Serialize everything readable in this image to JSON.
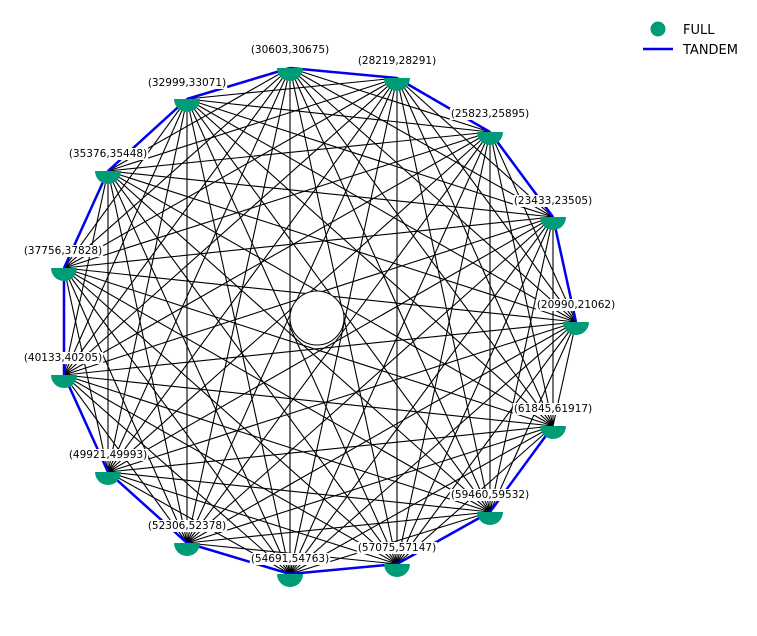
{
  "colors": {
    "node": "#009b77",
    "tandem_edge": "#0000ee",
    "edge": "#000000",
    "background": "#ffffff"
  },
  "legend": {
    "node_label": "FULL",
    "edge_label": "TANDEM"
  },
  "nodes": [
    {
      "id": 0,
      "label": "(30603,30675)"
    },
    {
      "id": 1,
      "label": "(28219,28291)"
    },
    {
      "id": 2,
      "label": "(25823,25895)"
    },
    {
      "id": 3,
      "label": "(23433,23505)"
    },
    {
      "id": 4,
      "label": "(20990,21062)"
    },
    {
      "id": 5,
      "label": "(61845,61917)"
    },
    {
      "id": 6,
      "label": "(59460,59532)"
    },
    {
      "id": 7,
      "label": "(57075,57147)"
    },
    {
      "id": 8,
      "label": "(54691,54763)"
    },
    {
      "id": 9,
      "label": "(52306,52378)"
    },
    {
      "id": 10,
      "label": "(49921,49993)"
    },
    {
      "id": 11,
      "label": "(40133,40205)"
    },
    {
      "id": 12,
      "label": "(37756,37828)"
    },
    {
      "id": 13,
      "label": "(35376,35448)"
    },
    {
      "id": 14,
      "label": "(32999,33071)"
    }
  ],
  "edges": {
    "tandem": [
      [
        0,
        1
      ],
      [
        1,
        2
      ],
      [
        2,
        3
      ],
      [
        3,
        4
      ],
      [
        5,
        6
      ],
      [
        6,
        7
      ],
      [
        7,
        8
      ],
      [
        8,
        9
      ],
      [
        9,
        10
      ],
      [
        10,
        11
      ],
      [
        11,
        12
      ],
      [
        12,
        13
      ],
      [
        13,
        14
      ],
      [
        14,
        0
      ]
    ],
    "other": "all remaining node pairs (complete graph)"
  }
}
